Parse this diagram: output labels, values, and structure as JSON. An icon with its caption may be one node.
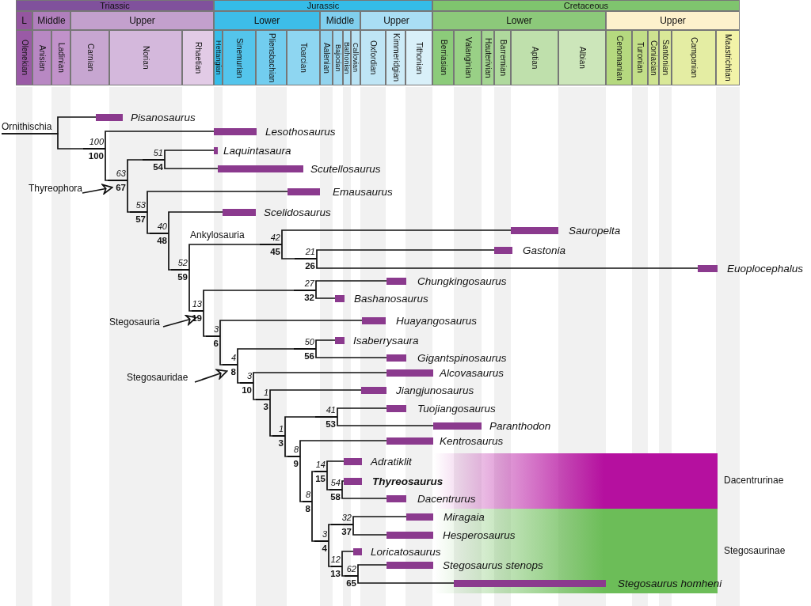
{
  "diagram": {
    "nodes": [
      {
        "text": [
          "Ornithischia"
        ]
      },
      {
        "text": [
          "Pisanosaurus"
        ]
      },
      {
        "text": [
          "100",
          "100"
        ]
      },
      {
        "text": [
          "Lesothosaurus"
        ]
      },
      {
        "text": [
          "Thyreophora"
        ]
      },
      {
        "text": [
          "63",
          "67"
        ]
      },
      {
        "text": [
          "51",
          "54"
        ]
      },
      {
        "text": [
          "Laquintasaura"
        ]
      },
      {
        "text": [
          "Scutellosaurus"
        ]
      },
      {
        "text": [
          "53",
          "57"
        ]
      },
      {
        "text": [
          "Emausaurus"
        ]
      },
      {
        "text": [
          "40",
          "48"
        ]
      },
      {
        "text": [
          "Scelidosaurus"
        ]
      },
      {
        "text": [
          "52",
          "59"
        ]
      },
      {
        "text": [
          "42",
          "45"
        ]
      },
      {
        "text": [
          "Sauropelta"
        ]
      },
      {
        "text": [
          "21",
          "26"
        ]
      },
      {
        "text": [
          "Gastonia"
        ]
      },
      {
        "text": [
          "Euoplocephalus"
        ]
      },
      {
        "text": [
          "Stegosauria"
        ]
      },
      {
        "text": [
          "13",
          "19"
        ]
      },
      {
        "text": [
          "27",
          "32"
        ]
      },
      {
        "text": [
          "Chungkingosaurus"
        ]
      },
      {
        "text": [
          "Bashanosaurus"
        ]
      },
      {
        "text": [
          "3",
          "6"
        ]
      },
      {
        "text": [
          "Huayangosaurus"
        ]
      },
      {
        "text": [
          "Stegosauridae"
        ]
      },
      {
        "text": [
          "4",
          "8"
        ]
      },
      {
        "text": [
          "50",
          "56"
        ]
      },
      {
        "text": [
          "Isaberrysaura"
        ]
      },
      {
        "text": [
          "Gigantspinosaurus"
        ]
      },
      {
        "text": [
          "3",
          "10"
        ]
      },
      {
        "text": [
          "Alcovasaurus"
        ]
      },
      {
        "text": [
          "1",
          "3"
        ]
      },
      {
        "text": [
          "Jiangjunosaurus"
        ]
      },
      {
        "text": [
          "1",
          "3"
        ]
      },
      {
        "text": [
          "41",
          "53"
        ]
      },
      {
        "text": [
          "Tuojiangosaurus"
        ]
      },
      {
        "text": [
          "Paranthodon"
        ]
      },
      {
        "text": [
          "8",
          "9"
        ]
      },
      {
        "text": [
          "Kentrosaurus"
        ]
      },
      {
        "text": [
          "8",
          "8"
        ]
      },
      {
        "text": [
          "14",
          "15"
        ]
      },
      {
        "text": [
          "Dacentrurinae"
        ]
      },
      {
        "text": [
          "Adratiklit"
        ],
        "in": 43
      },
      {
        "text": [
          "54",
          "58"
        ],
        "in": 43
      },
      {
        "text": [
          "Thyreosaurus"
        ],
        "in": 43
      },
      {
        "text": [
          "Dacentrurus"
        ],
        "in": 43
      },
      {
        "text": [
          "3",
          "4"
        ]
      },
      {
        "text": [
          "Stegosaurinae"
        ]
      },
      {
        "text": [
          "32",
          "37"
        ],
        "in": 49
      },
      {
        "text": [
          "Miragaia"
        ],
        "in": 49
      },
      {
        "text": [
          "Hesperosaurus"
        ],
        "in": 49
      },
      {
        "text": [
          "12",
          "13"
        ],
        "in": 49
      },
      {
        "text": [
          "Loricatosaurus"
        ],
        "in": 49
      },
      {
        "text": [
          "62",
          "65"
        ],
        "in": 49
      },
      {
        "text": [
          "Stegosaurus stenops"
        ],
        "in": 49
      },
      {
        "text": [
          "Stegosaurus homheni"
        ],
        "in": 49
      }
    ],
    "edges": [
      {
        "from": 0,
        "to": 1,
        "arrow": "none"
      },
      {
        "from": 0,
        "to": 2,
        "arrow": "none"
      },
      {
        "from": 2,
        "to": 3,
        "arrow": "none"
      },
      {
        "from": 4,
        "to": 5,
        "arrow": "to"
      },
      {
        "from": 2,
        "to": 5,
        "arrow": "none"
      },
      {
        "from": 5,
        "to": 6,
        "arrow": "none"
      },
      {
        "from": 6,
        "to": 7,
        "arrow": "none"
      },
      {
        "from": 6,
        "to": 8,
        "arrow": "none"
      },
      {
        "from": 5,
        "to": 9,
        "arrow": "none"
      },
      {
        "from": 9,
        "to": 10,
        "arrow": "none"
      },
      {
        "from": 9,
        "to": 11,
        "arrow": "none"
      },
      {
        "from": 11,
        "to": 12,
        "arrow": "none"
      },
      {
        "from": 11,
        "to": 13,
        "arrow": "none"
      },
      {
        "from": 13,
        "to": 14,
        "arrow": "none"
      },
      {
        "from": 14,
        "to": 15,
        "arrow": "none"
      },
      {
        "from": 14,
        "to": 16,
        "arrow": "none"
      },
      {
        "from": 16,
        "to": 17,
        "arrow": "none"
      },
      {
        "from": 16,
        "to": 18,
        "arrow": "none"
      },
      {
        "from": 19,
        "to": 20,
        "arrow": "to"
      },
      {
        "from": 13,
        "to": 20,
        "arrow": "none"
      },
      {
        "from": 20,
        "to": 21,
        "arrow": "none"
      },
      {
        "from": 21,
        "to": 22,
        "arrow": "none"
      },
      {
        "from": 21,
        "to": 23,
        "arrow": "none"
      },
      {
        "from": 20,
        "to": 24,
        "arrow": "none"
      },
      {
        "from": 24,
        "to": 25,
        "arrow": "none"
      },
      {
        "from": 26,
        "to": 27,
        "arrow": "to"
      },
      {
        "from": 24,
        "to": 27,
        "arrow": "none"
      },
      {
        "from": 27,
        "to": 28,
        "arrow": "none"
      },
      {
        "from": 28,
        "to": 29,
        "arrow": "none"
      },
      {
        "from": 28,
        "to": 30,
        "arrow": "none"
      },
      {
        "from": 27,
        "to": 31,
        "arrow": "none"
      },
      {
        "from": 31,
        "to": 32,
        "arrow": "none"
      },
      {
        "from": 31,
        "to": 33,
        "arrow": "none"
      },
      {
        "from": 33,
        "to": 34,
        "arrow": "none"
      },
      {
        "from": 33,
        "to": 35,
        "arrow": "none"
      },
      {
        "from": 35,
        "to": 36,
        "arrow": "none"
      },
      {
        "from": 36,
        "to": 37,
        "arrow": "none"
      },
      {
        "from": 36,
        "to": 38,
        "arrow": "none"
      },
      {
        "from": 35,
        "to": 39,
        "arrow": "none"
      },
      {
        "from": 39,
        "to": 40,
        "arrow": "none"
      },
      {
        "from": 39,
        "to": 41,
        "arrow": "none"
      },
      {
        "from": 41,
        "to": 42,
        "arrow": "none"
      },
      {
        "from": 42,
        "to": 44,
        "arrow": "none"
      },
      {
        "from": 42,
        "to": 45,
        "arrow": "none"
      },
      {
        "from": 45,
        "to": 46,
        "arrow": "none"
      },
      {
        "from": 45,
        "to": 47,
        "arrow": "none"
      },
      {
        "from": 41,
        "to": 48,
        "arrow": "none"
      },
      {
        "from": 48,
        "to": 50,
        "arrow": "none"
      },
      {
        "from": 50,
        "to": 51,
        "arrow": "none"
      },
      {
        "from": 50,
        "to": 52,
        "arrow": "none"
      },
      {
        "from": 48,
        "to": 53,
        "arrow": "none"
      },
      {
        "from": 53,
        "to": 54,
        "arrow": "none"
      },
      {
        "from": 53,
        "to": 55,
        "arrow": "none"
      },
      {
        "from": 55,
        "to": 56,
        "arrow": "none"
      },
      {
        "from": 55,
        "to": 57,
        "arrow": "none"
      }
    ],
    "labels": [
      "Triassic",
      "Jurassic",
      "Cretaceous",
      "L",
      "Middle",
      "Upper",
      "Lower",
      "Middle",
      "Upper",
      "Lower",
      "Upper",
      "Olenekian",
      "Anisian",
      "Ladinian",
      "Carnian",
      "Norian",
      "Rhaetian",
      "Hettangian",
      "Sinemurian",
      "Pliensbachian",
      "Toarcian",
      "Aalenian",
      "Bajocian",
      "Bathonian",
      "Callovian",
      "Oxfordian",
      "Kimmeridgian",
      "Tithonian",
      "Berriasian",
      "Valanginian",
      "Hauterivian",
      "Barremian",
      "Aptian",
      "Albian",
      "Cenomanian",
      "Turonian",
      "Coniacian",
      "Santonian",
      "Campanian",
      "Maastrichtian",
      "Ankylosauria"
    ]
  }
}
